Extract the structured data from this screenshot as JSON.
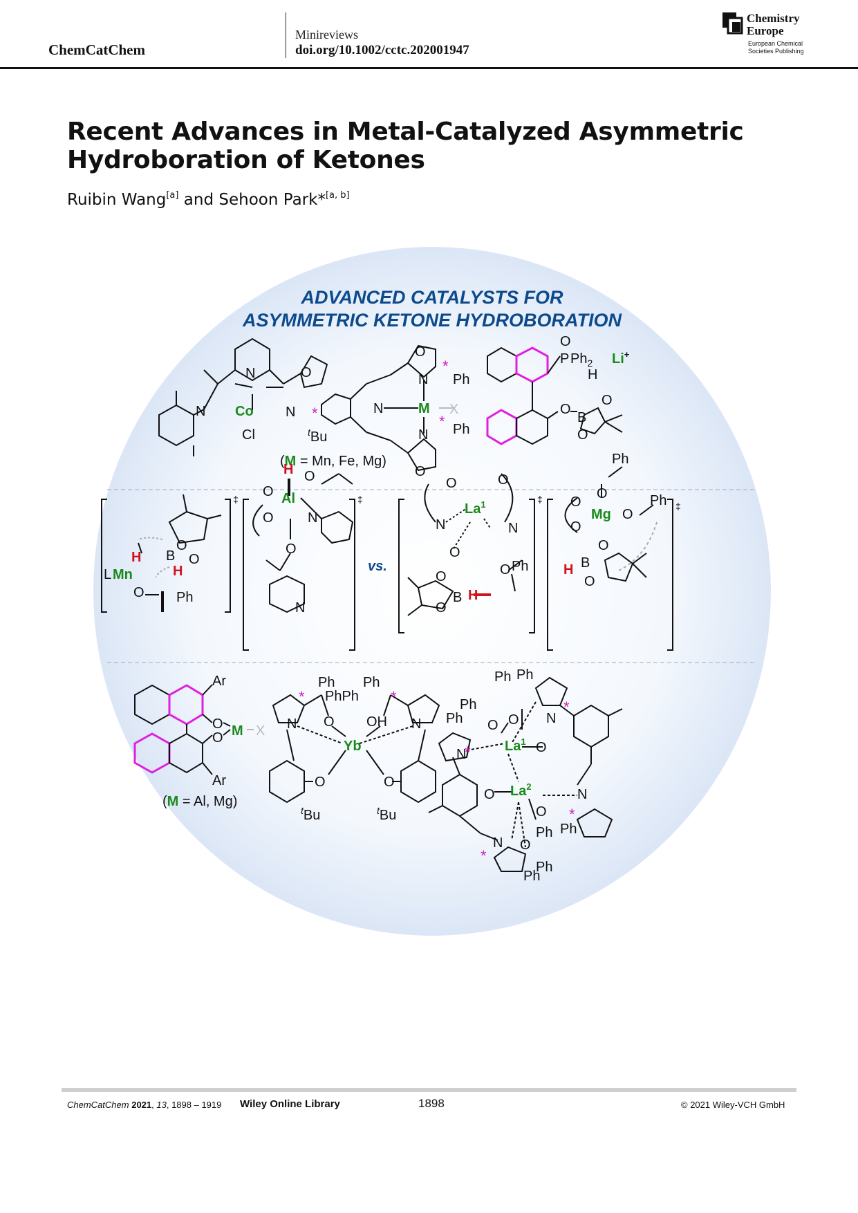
{
  "header": {
    "journal": "ChemCatChem",
    "section": "Minireviews",
    "doi": "doi.org/10.1002/cctc.202001947",
    "publisher_logo_line1": "Chemistry",
    "publisher_logo_line2": "Europe",
    "publisher_sub1": "European Chemical",
    "publisher_sub2": "Societies Publishing"
  },
  "article": {
    "title_line1": "Recent Advances in Metal-Catalyzed Asymmetric",
    "title_line2": "Hydroboration of Ketones",
    "author1": "Ruibin Wang",
    "author1_aff": "[a]",
    "and": " and ",
    "author2": "Sehoon Park*",
    "author2_aff": "[a, b]"
  },
  "figure": {
    "heading_line1": "ADVANCED CATALYSTS FOR",
    "heading_line2": "ASYMMETRIC KETONE HYDROBORATION",
    "vs_label": "vs.",
    "metal_note_top": "= Mn, Fe, Mg)",
    "metal_note_bottom": "= Al, Mg)",
    "colors": {
      "heading": "#0d4a8c",
      "metal": "#1a8a1a",
      "hydride": "#d0141e",
      "star": "#d020c0",
      "ring_highlight": "#e020e0",
      "halo": "#dfe9f8"
    }
  },
  "footer": {
    "journal": "ChemCatChem",
    "year": "2021",
    "volume": "13",
    "pages": "1898 – 1919",
    "library": "Wiley Online Library",
    "page_number": "1898",
    "copyright": "© 2021 Wiley-VCH GmbH"
  }
}
